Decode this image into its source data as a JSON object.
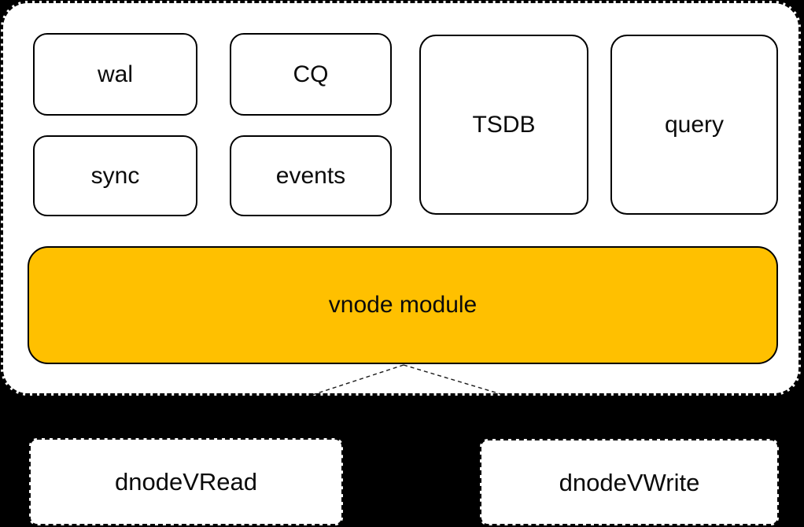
{
  "colors": {
    "page_background": "#000000",
    "container_fill": "#ffffff",
    "module_fill": "#ffffff",
    "vnode_fill": "#ffc000",
    "stroke": "#000000",
    "text": "#0b0b0b",
    "connector": "#1a1a1a"
  },
  "vnode_group": {
    "modules": [
      {
        "id": "wal",
        "label": "wal"
      },
      {
        "id": "cq",
        "label": "CQ"
      },
      {
        "id": "sync",
        "label": "sync"
      },
      {
        "id": "events",
        "label": "events"
      },
      {
        "id": "tsdb",
        "label": "TSDB"
      },
      {
        "id": "query",
        "label": "query"
      }
    ],
    "main_label": "vnode module"
  },
  "dnode_modules": [
    {
      "id": "dnodeVRead",
      "label": "dnodeVRead"
    },
    {
      "id": "dnodeVWrite",
      "label": "dnodeVWrite"
    }
  ]
}
